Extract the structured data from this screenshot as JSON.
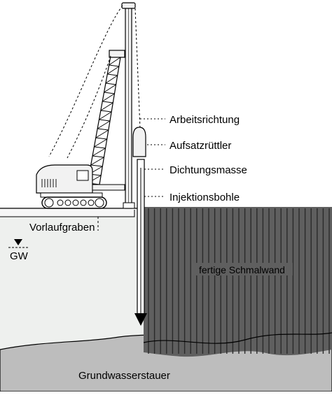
{
  "labels": {
    "arbeitsrichtung": "Arbeitsrichtung",
    "aufsatzruettler": "Aufsatzrüttler",
    "dichtungsmasse": "Dichtungsmasse",
    "injektionsbohle": "Injektionsbohle",
    "vorlaufgraben": "Vorlaufgraben",
    "gw": "GW",
    "fertige_schmalwand": "fertige Schmalwand",
    "grundwasserstauer": "Grundwasserstauer"
  },
  "colors": {
    "groundwater": "#eef0ee",
    "aquitard": "#bdbdbd",
    "wall": "#5f5f5f",
    "wall_line": "#2a2a2a",
    "machine_fill": "#f2f2f2",
    "outline": "#000000"
  }
}
